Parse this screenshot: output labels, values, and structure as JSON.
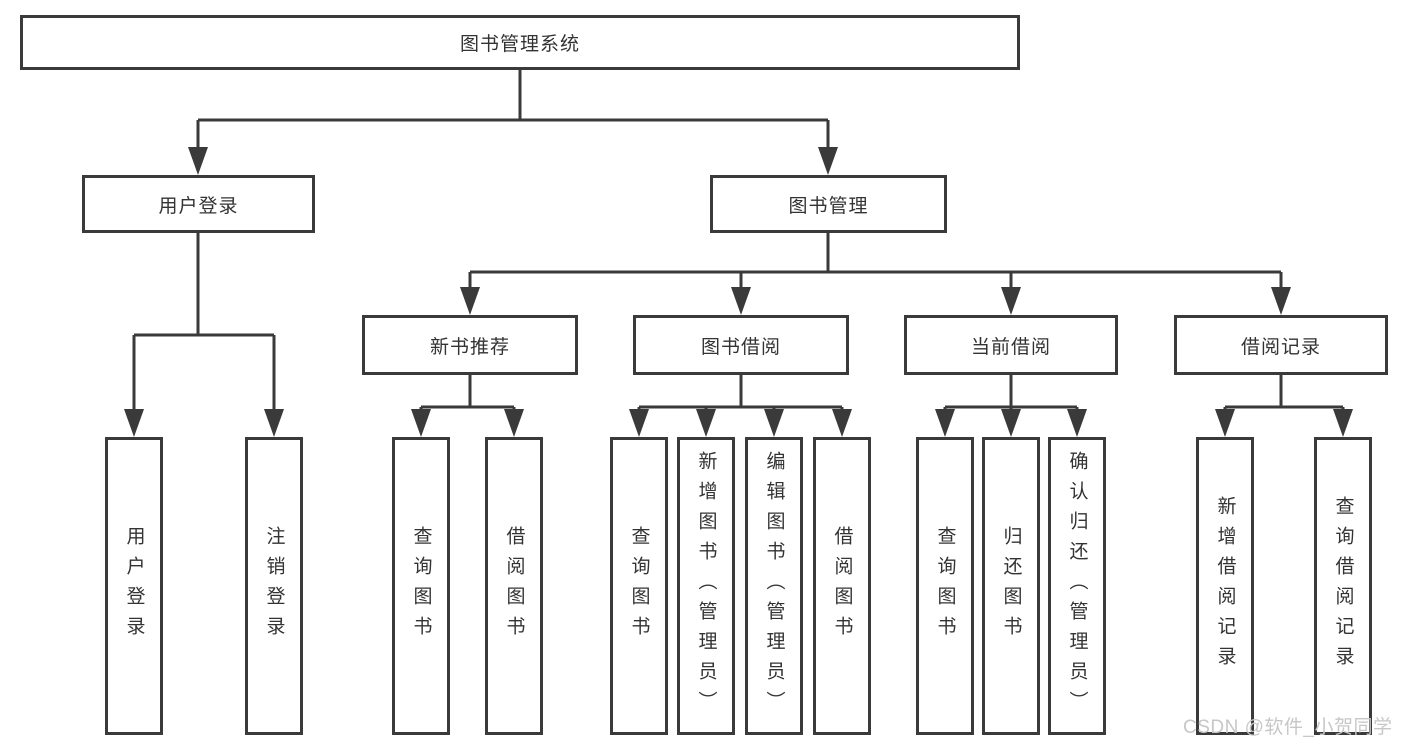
{
  "tree": {
    "label": "图书管理系统",
    "children": [
      {
        "label": "用户登录",
        "children": [
          {
            "label": "用户登录"
          },
          {
            "label": "注销登录"
          }
        ]
      },
      {
        "label": "图书管理",
        "children": [
          {
            "label": "新书推荐",
            "children": [
              {
                "label": "查询图书"
              },
              {
                "label": "借阅图书"
              }
            ]
          },
          {
            "label": "图书借阅",
            "children": [
              {
                "label": "查询图书"
              },
              {
                "label": "新增图书（管理员）"
              },
              {
                "label": "编辑图书（管理员）"
              },
              {
                "label": "借阅图书"
              }
            ]
          },
          {
            "label": "当前借阅",
            "children": [
              {
                "label": "查询图书"
              },
              {
                "label": "归还图书"
              },
              {
                "label": "确认归还（管理员）"
              }
            ]
          },
          {
            "label": "借阅记录",
            "children": [
              {
                "label": "新增借阅记录"
              },
              {
                "label": "查询借阅记录"
              }
            ]
          }
        ]
      }
    ]
  },
  "watermark": {
    "text": "CSDN @软件_小贺同学"
  },
  "colors": {
    "line": "#3a3a3a",
    "text": "#333333",
    "watermark": "#c7c7c7",
    "background": "#ffffff"
  }
}
